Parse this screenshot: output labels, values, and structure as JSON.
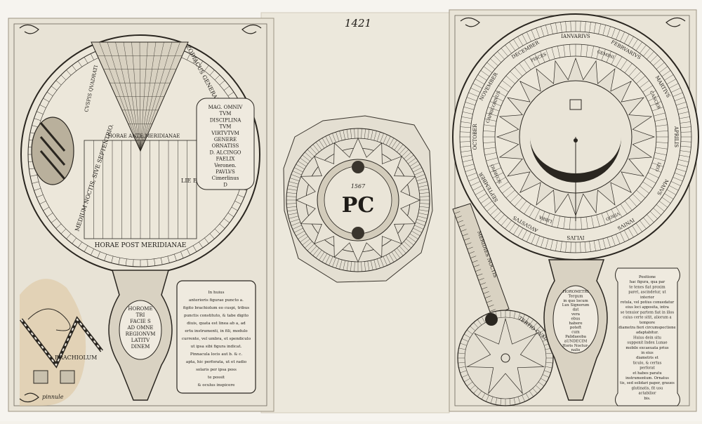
{
  "folio_number": "1421",
  "left_plate": {
    "dial_labels": {
      "cusp_left": "CVSPIS QVADRATI",
      "horae_ante": "HORAE ANTE MERIDIANAE",
      "medium_noctis": "MEDIUM NOCTIS, SIVE SEPTENTRIO.",
      "zodiacus": "ZODIACUS GENERALIS",
      "lie_et_meridianus": "LIE ET MERIDIANUS",
      "horae_post": "HORAE POST MERIDIANAE"
    },
    "dedication": [
      "MAG. OMNIV",
      "TVM",
      "DISCIPLINA",
      "TVM",
      "VIRTVTVM",
      "GENERE",
      "ORNATISS",
      "D. ALCINGO",
      "FAELIX",
      "Veronen.",
      "PAVLVS",
      "Cimerlinus",
      "D"
    ],
    "handle_label": [
      "HOROME",
      "TRI",
      "FACIE S",
      "AD OMNE",
      "REGIONVM",
      "LATITV",
      "DINEM"
    ],
    "instruction": [
      "In huius",
      "anterioris figurae puncto a.",
      "figito brachiolum eo cuspi, tribus",
      "punctis constituto, & tabe digito",
      "diuis, quata est linea ab a, ad",
      "ertu instrumenti, in fili, modulo",
      "currente, vel umbra, et spendiculo",
      "ut ipsa sibi figura indicat.",
      "Pinnacula locis aut b. & c.",
      "apta, hic perforata, ut et radio",
      "solaris per ipsa poss",
      "te possit",
      "& oculus inspicere"
    ],
    "brachiolum_label": "BRACHIOLUM",
    "pinnule_label": "pinnule"
  },
  "center_plate": {
    "date": "1567",
    "monogram": "PC"
  },
  "right_plate": {
    "months": [
      "IANVARIVS",
      "FEBRVARIVS",
      "MARTIVS",
      "APRILIS",
      "MAIVS",
      "IVNIVS",
      "IVLIVS",
      "AVGVSTVS",
      "SEPTEMBER",
      "OCTOBER",
      "NOVEMBER",
      "DECEMBER"
    ],
    "signs": [
      "GEMINI",
      "CANCER",
      "LEO",
      "VIRGO",
      "LIBRA",
      "SCORPIO",
      "CAPRICORNUS",
      "PISCES"
    ],
    "handle_label": [
      "HOROMETRI",
      "Tergum",
      "in quo locum",
      "Lux Signorum",
      "dat",
      "vera",
      "ebus",
      "habere",
      "poteft",
      "cum",
      "Palidaeoba",
      "aUNDECIM",
      "Horis Noctur-",
      "nalis"
    ],
    "positio_note": [
      "Positione",
      "hac figura, qua par",
      "te tenes fiat proxim",
      "paret, ascindetur, ut",
      "interior",
      "rotula, vel potius conuedatur",
      "eius loci apposita, intra",
      "se tenuior partem fiat in illos",
      "cuius certe sitit, aliorum a",
      "tempore",
      "diametra fieri circumspectione",
      "adaptabitur.",
      "Huius dein situ",
      "supponit Index Lunae",
      "mobile excaeuata prius",
      "in eius",
      "diametris et",
      "ticulo, & certus",
      "perforat",
      "et habes paratu",
      "instrumentum. Ornatus",
      "tis, sed solidari paper, graues",
      "glutinatis, fit usu",
      "actabilior",
      "bis."
    ],
    "arm_label": "MERIDIES NOCTIS",
    "circle_label": "TERTIO QVADRATVS"
  }
}
